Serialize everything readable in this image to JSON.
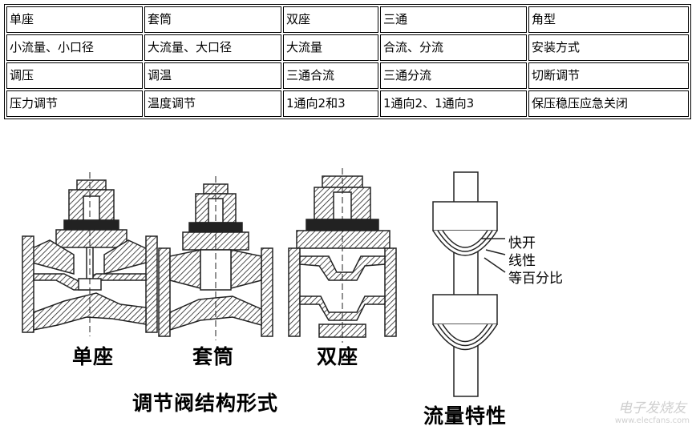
{
  "table": {
    "rows": [
      [
        "单座",
        "套筒",
        "双座",
        "三通",
        "角型"
      ],
      [
        "小流量、小口径",
        "大流量、大口径",
        "大流量",
        "合流、分流",
        "安装方式"
      ],
      [
        "调压",
        "调温",
        "三通合流",
        "三通分流",
        "切断调节"
      ],
      [
        "压力调节",
        "温度调节",
        "1通向2和3",
        "1通向2、1通向3",
        "保压稳压应急关闭"
      ]
    ]
  },
  "figure": {
    "valve_labels": [
      "单座",
      "套筒",
      "双座"
    ],
    "caption_left": "调节阀结构形式",
    "caption_right": "流量特性",
    "characteristics": [
      "快开",
      "线性",
      "等百分比"
    ],
    "watermark": {
      "text": "电子发烧友",
      "url": "www.elecfans.com"
    }
  }
}
